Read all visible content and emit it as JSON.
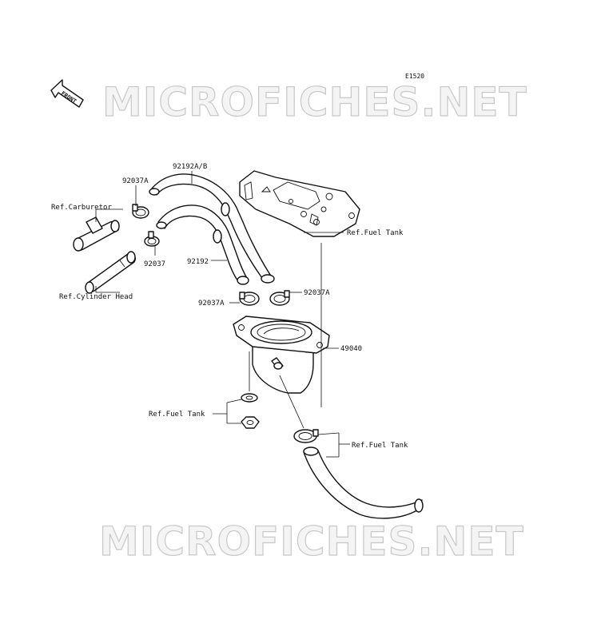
{
  "diagram_code": "E1520",
  "watermark_top": "MICROFICHES.NET",
  "watermark_bottom": "MICROFICHES.NET",
  "front_label": "FRONT",
  "labels": {
    "p92192ab": "92192A/B",
    "p92037a_top": "92037A",
    "ref_carburetor": "Ref.Carburetor",
    "p92037": "92037",
    "ref_cylinder_head": "Ref.Cylinder Head",
    "p92192": "92192",
    "ref_fuel_tank_top": "Ref.Fuel Tank",
    "p92037a_left": "92037A",
    "p92037a_right": "92037A",
    "p49040": "49040",
    "ref_fuel_tank_left": "Ref.Fuel Tank",
    "ref_fuel_tank_right": "Ref.Fuel Tank"
  }
}
